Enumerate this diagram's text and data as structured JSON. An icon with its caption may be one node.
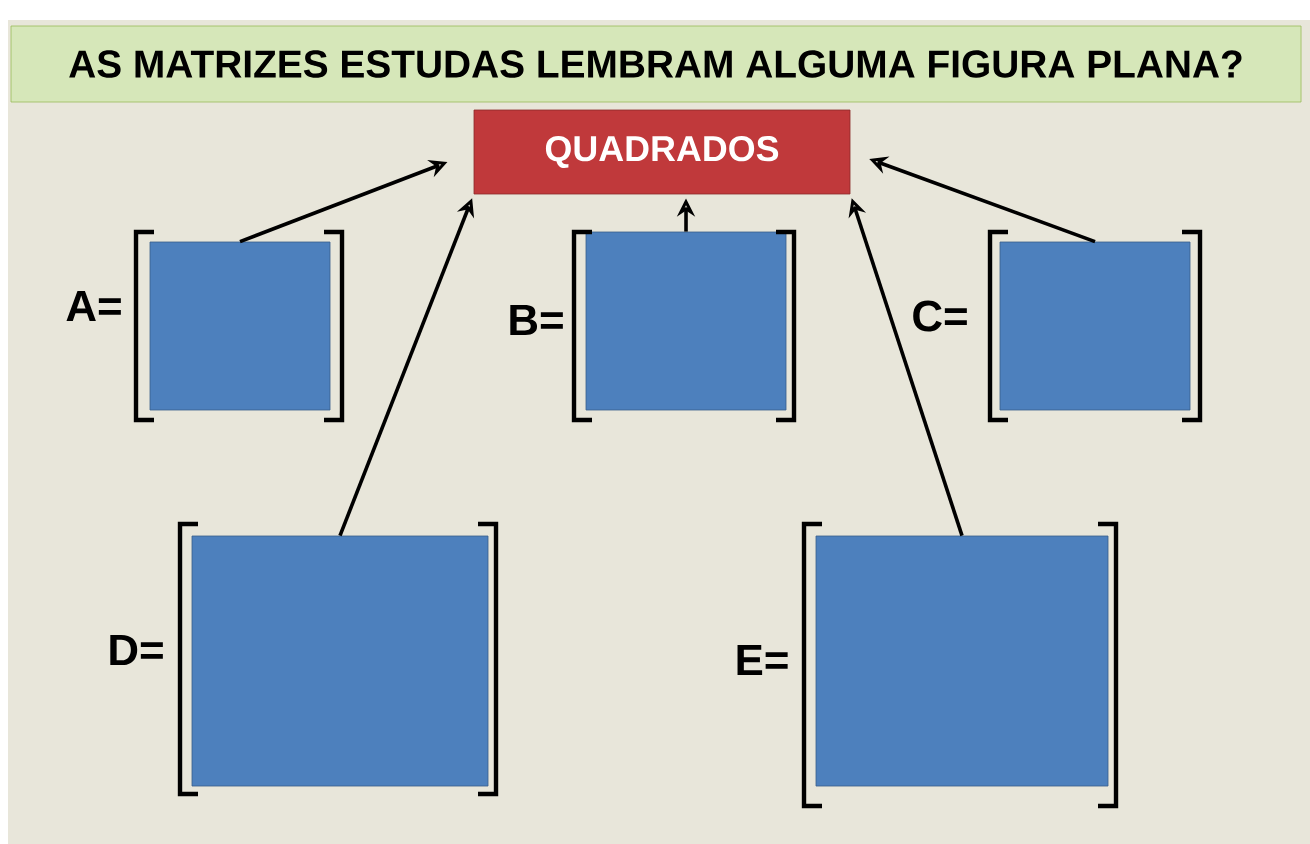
{
  "diagram": {
    "title": "AS MATRIZES ESTUDAS LEMBRAM ALGUMA FIGURA PLANA?",
    "nodes": [
      {
        "text": [
          "QUADRADOS"
        ]
      },
      {
        "text": [],
        "shape": "box",
        "beside": [
          "A="
        ]
      },
      {
        "text": [],
        "shape": "box",
        "beside": [
          "B="
        ]
      },
      {
        "text": [],
        "shape": "box",
        "beside": [
          "C="
        ]
      },
      {
        "text": [],
        "shape": "box",
        "beside": [
          "D="
        ]
      },
      {
        "text": [],
        "shape": "box",
        "beside": [
          "E="
        ]
      }
    ],
    "edges": [
      {
        "from": 1,
        "to": 0,
        "arrow": "to"
      },
      {
        "from": 2,
        "to": 0,
        "arrow": "to"
      },
      {
        "from": 3,
        "to": 0,
        "arrow": "to"
      },
      {
        "from": 4,
        "to": 0,
        "arrow": "to"
      },
      {
        "from": 5,
        "to": 0,
        "arrow": "to"
      }
    ]
  }
}
